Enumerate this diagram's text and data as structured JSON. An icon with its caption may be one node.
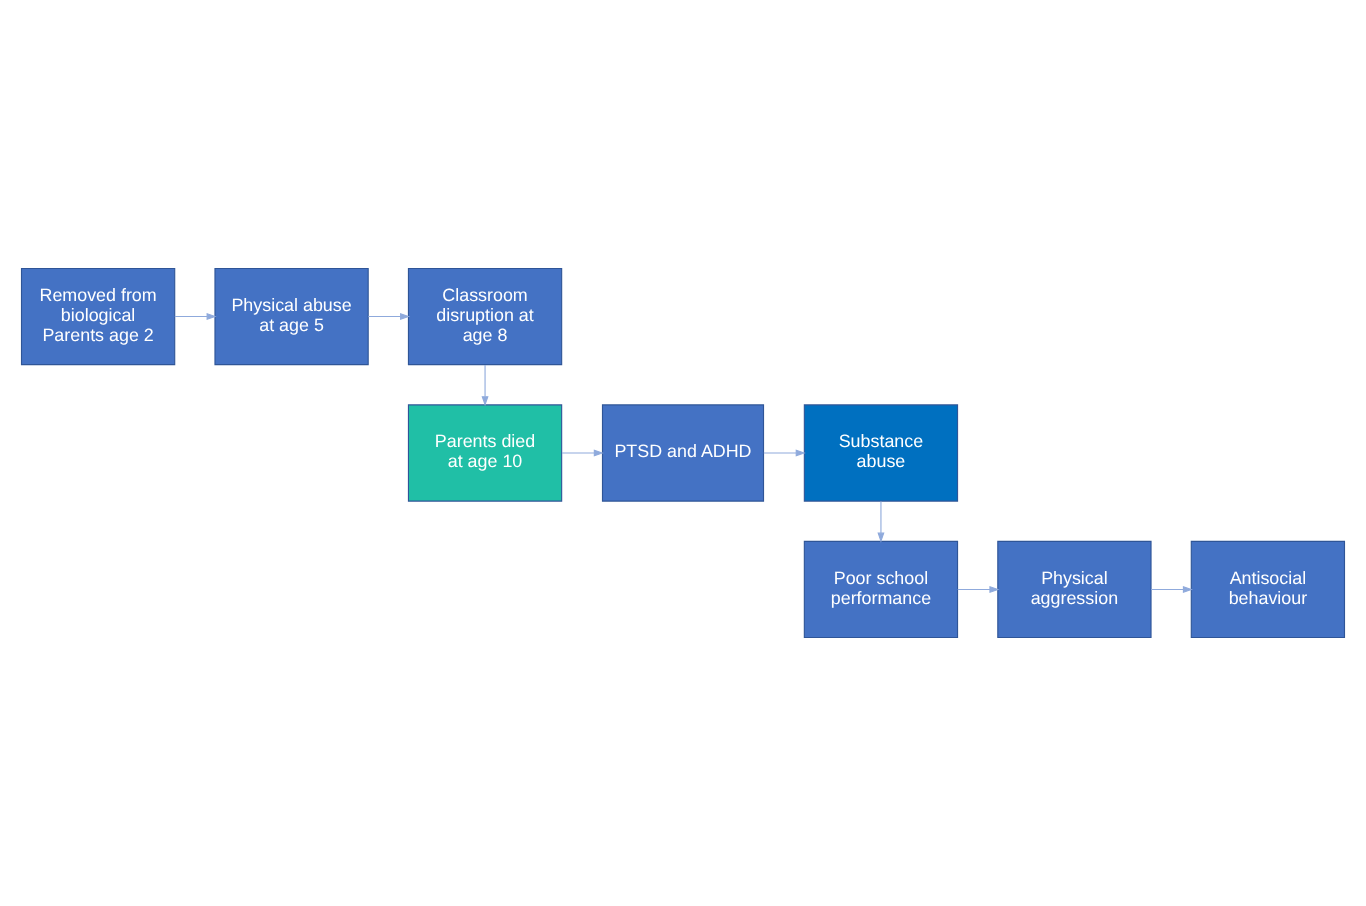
{
  "diagram": {
    "nodes": [
      {
        "text": [
          "Removed from biological Parents age 2"
        ]
      },
      {
        "text": [
          "Physical abuse at age 5"
        ]
      },
      {
        "text": [
          "Classroom disruption at age 8"
        ]
      },
      {
        "text": [
          "Parents died at age 10"
        ]
      },
      {
        "text": [
          "PTSD and ADHD"
        ]
      },
      {
        "text": [
          "Substance abuse"
        ]
      },
      {
        "text": [
          "Poor school performance"
        ]
      },
      {
        "text": [
          "Physical aggression"
        ]
      },
      {
        "text": [
          "Antisocial behaviour"
        ]
      }
    ],
    "edges": [
      {
        "from": 0,
        "to": 1,
        "arrow": "to"
      },
      {
        "from": 1,
        "to": 2,
        "arrow": "to"
      },
      {
        "from": 2,
        "to": 3,
        "arrow": "to"
      },
      {
        "from": 3,
        "to": 4,
        "arrow": "to"
      },
      {
        "from": 4,
        "to": 5,
        "arrow": "to"
      },
      {
        "from": 5,
        "to": 6,
        "arrow": "to"
      },
      {
        "from": 6,
        "to": 7,
        "arrow": "to"
      },
      {
        "from": 7,
        "to": 8,
        "arrow": "to"
      }
    ]
  }
}
